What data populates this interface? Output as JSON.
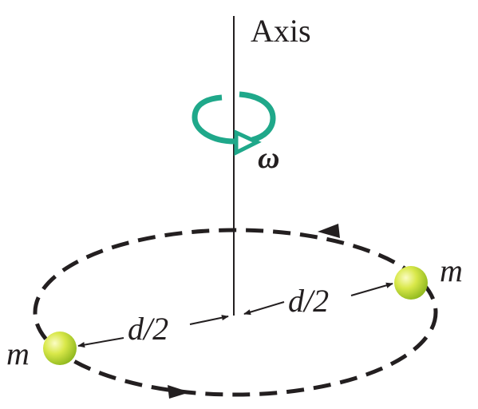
{
  "figure": {
    "axis_label": "Axis",
    "omega_label": "ω",
    "mass_label_right": "m",
    "mass_label_left": "m",
    "half_distance_label_right": "d/2",
    "half_distance_label_left": "d/2"
  },
  "colors": {
    "axis_line": "#231f20",
    "rotation_arrow": "#1fa88a",
    "orbit_path": "#231f20",
    "mass_fill": "#c8dc2a",
    "mass_highlight": "#f5f7a0",
    "text": "#231f20"
  }
}
